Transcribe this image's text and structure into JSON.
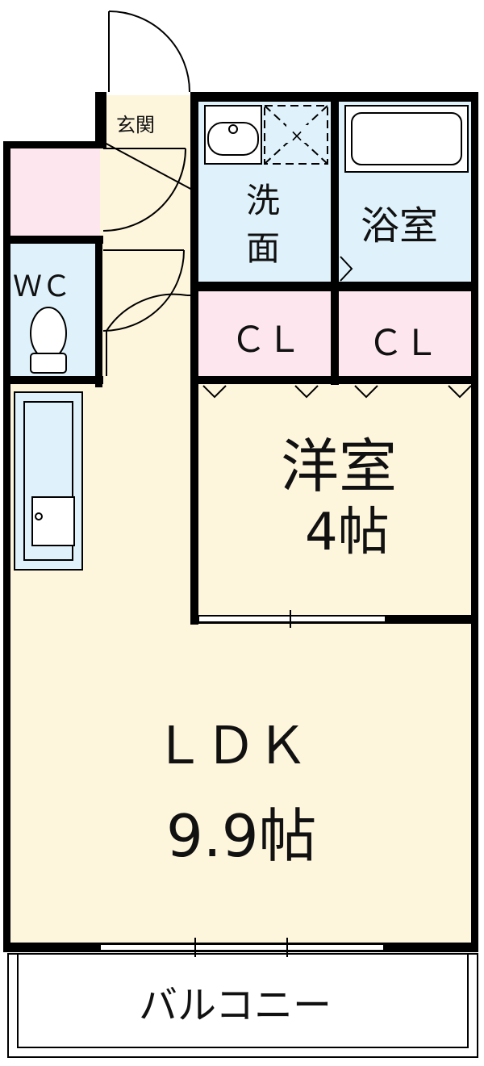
{
  "rooms": {
    "entrance": "玄関",
    "washroom_line1": "洗",
    "washroom_line2": "面",
    "bathroom": "浴室",
    "toilet": "ＷＣ",
    "closet1": "ＣＬ",
    "closet2": "ＣＬ",
    "western_room": "洋室",
    "western_room_size": "4帖",
    "ldk": "ＬＤＫ",
    "ldk_size": "9.9帖",
    "balcony": "バルコニー"
  },
  "colors": {
    "floor": "#fdf5dc",
    "water": "#dff2fb",
    "closet": "#fde6ee",
    "wall": "#000000"
  }
}
